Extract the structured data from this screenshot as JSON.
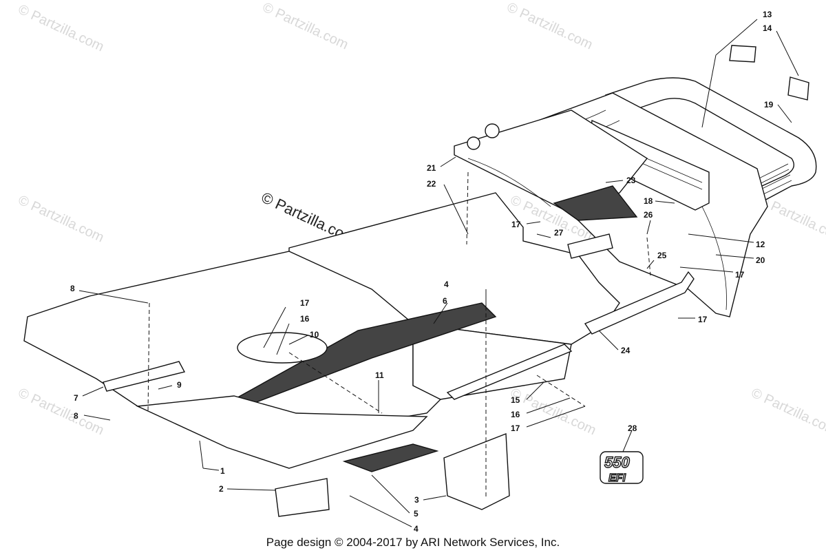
{
  "watermark": "© Partzilla.com",
  "footer": "Page design © 2004-2017 by ARI Network Services, Inc.",
  "emblem": {
    "line1": "550",
    "line2": "EFI"
  },
  "callouts": [
    "1",
    "2",
    "3",
    "4",
    "4",
    "5",
    "6",
    "7",
    "8",
    "8",
    "9",
    "10",
    "11",
    "12",
    "13",
    "14",
    "15",
    "16",
    "16",
    "17",
    "17",
    "17",
    "17",
    "17",
    "18",
    "19",
    "20",
    "21",
    "22",
    "23",
    "24",
    "25",
    "26",
    "27",
    "28"
  ]
}
